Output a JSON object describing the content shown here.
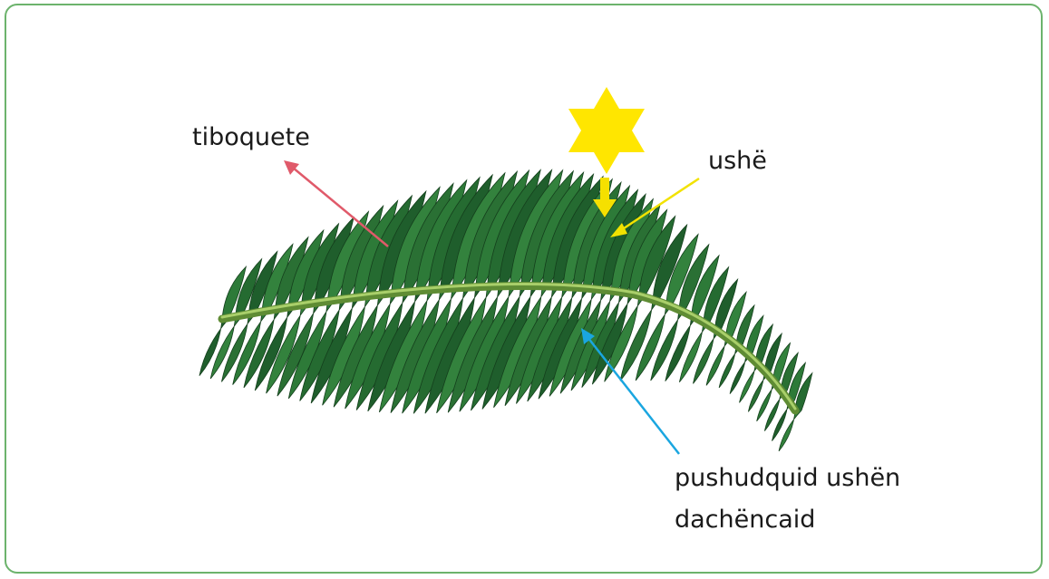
{
  "labels": {
    "cuticle": "tiboquete",
    "light": "ushë",
    "lower_line1": "pushudquid ushën",
    "lower_line2": "dachëncaid"
  },
  "icons": {
    "sun": "six-pointed-star-icon",
    "light_arrow": "down-arrow-icon"
  },
  "colors": {
    "frame_border": "#6cb36c",
    "sun": "#ffe600",
    "cuticle_arrow": "#e05a6a",
    "light_arrow": "#f2e200",
    "lower_arrow": "#1aa6e0",
    "leaf_dark": "#1f5e2c",
    "leaf_mid": "#2f7a3a",
    "leaf_light": "#6fa85a",
    "rachis": "#7fae4a"
  }
}
